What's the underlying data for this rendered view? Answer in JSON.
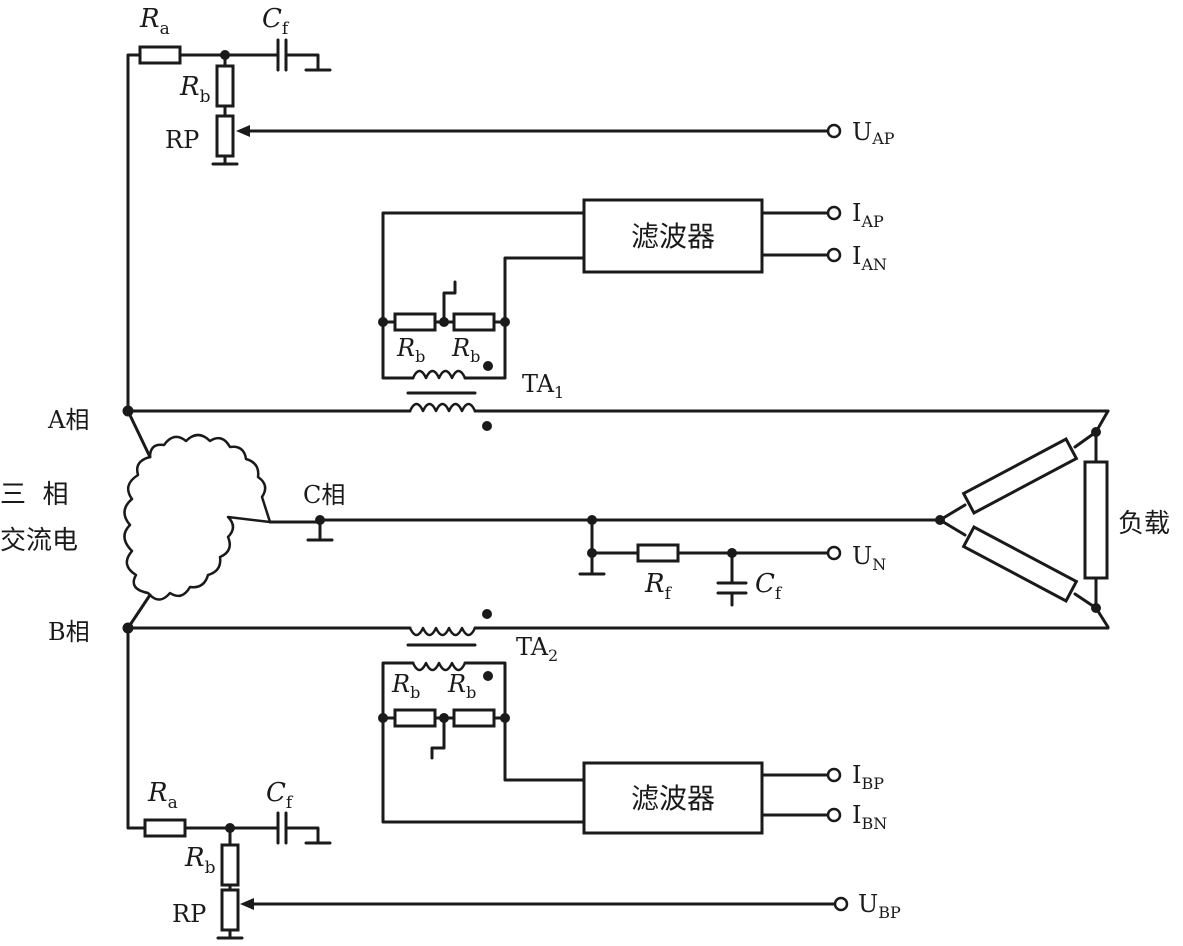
{
  "labels": {
    "ra": "R",
    "ra_sub": "a",
    "rb": "R",
    "rb_sub": "b",
    "rf": "R",
    "rf_sub": "f",
    "cf": "C",
    "cf_sub": "f",
    "rp": "RP",
    "filter": "滤波器",
    "ta": "TA",
    "ta1_sub": "1",
    "ta2_sub": "2",
    "phase_a": "A相",
    "phase_b": "B相",
    "phase_c": "C相",
    "source_line1": "三  相",
    "source_line2": "交流电",
    "load": "负载"
  },
  "terminals": {
    "uap": "U",
    "uap_sub": "AP",
    "iap": "I",
    "iap_sub": "AP",
    "ian": "I",
    "ian_sub": "AN",
    "un": "U",
    "un_sub": "N",
    "ibp": "I",
    "ibp_sub": "BP",
    "ibn": "I",
    "ibn_sub": "BN",
    "ubp": "U",
    "ubp_sub": "BP"
  }
}
